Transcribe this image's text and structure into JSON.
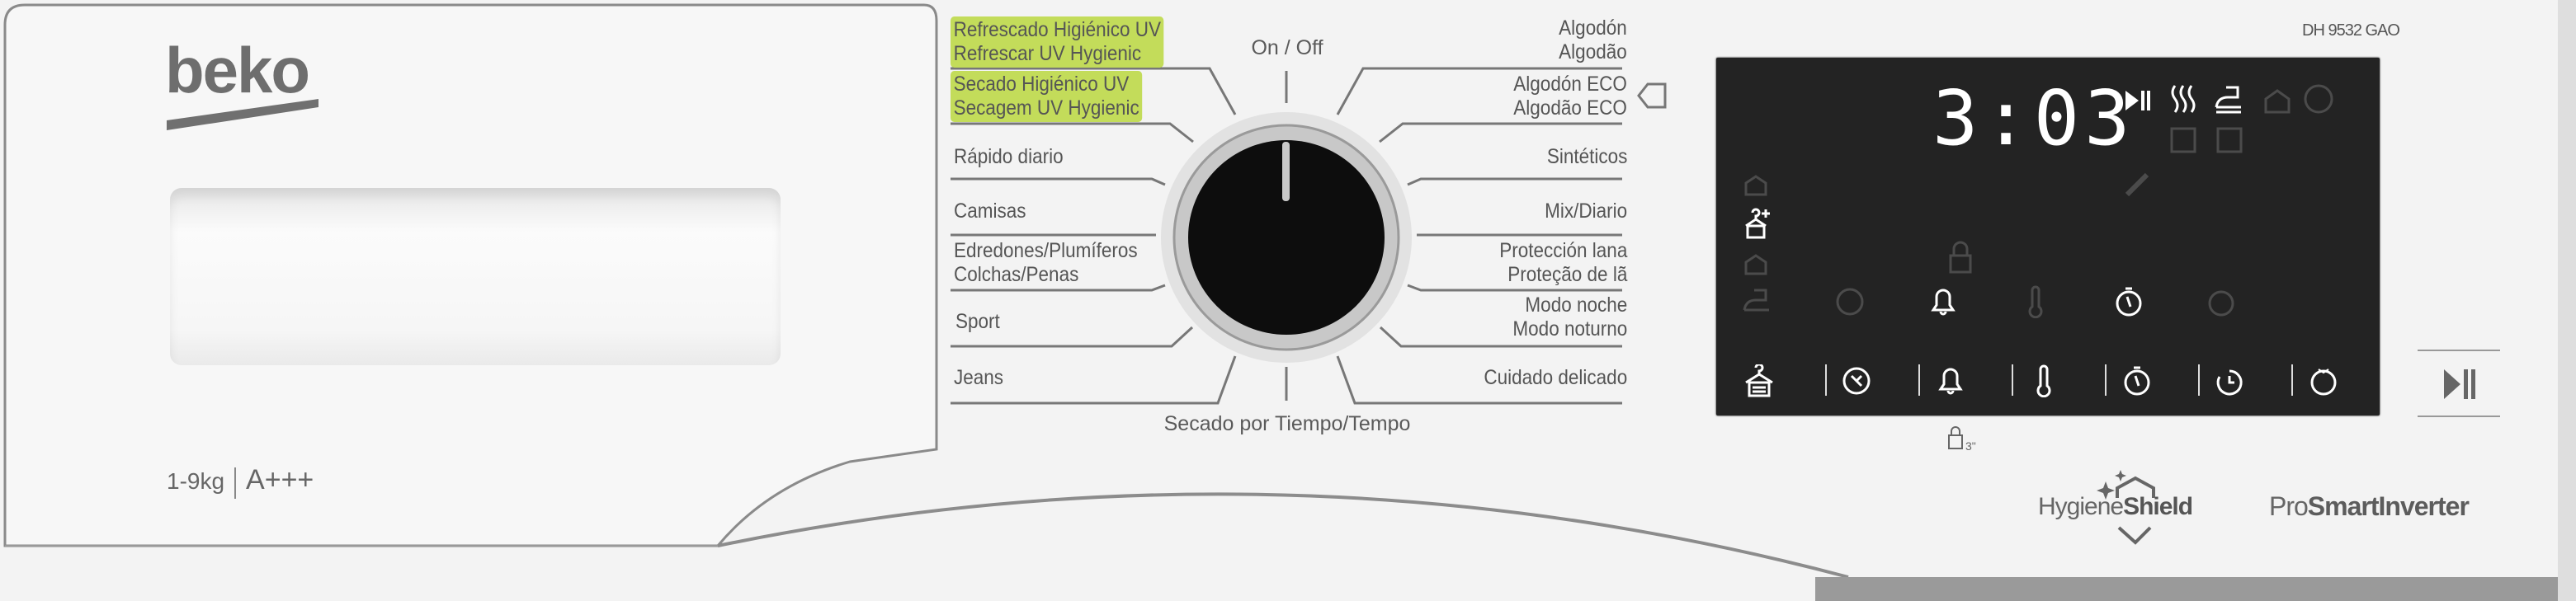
{
  "brand": {
    "logo": "beko",
    "model": "DH 9532 GAO"
  },
  "specs": {
    "capacity": "1-9kg",
    "energy_class": "A+++"
  },
  "dial": {
    "power_label": "On / Off",
    "left_programs": [
      {
        "line1": "Refrescado Higiénico UV",
        "line2": "Refrescar UV Hygienic",
        "highlight": true
      },
      {
        "line1": "Secado Higiénico UV",
        "line2": "Secagem UV Hygienic",
        "highlight": true
      },
      {
        "line1": "Rápido diario"
      },
      {
        "line1": "Camisas"
      },
      {
        "line1": "Edredones/Plumíferos",
        "line2": "Colchas/Penas"
      },
      {
        "line1": "Sport"
      },
      {
        "line1": "Jeans"
      }
    ],
    "right_programs": [
      {
        "line1": "Algodón",
        "line2": "Algodão"
      },
      {
        "line1": "Algodón ECO",
        "line2": "Algodão ECO",
        "marker": "eco-tag"
      },
      {
        "line1": "Sintéticos"
      },
      {
        "line1": "Mix/Diario"
      },
      {
        "line1": "Protección lana",
        "line2": "Proteção de lã"
      },
      {
        "line1": "Modo noche",
        "line2": "Modo noturno"
      },
      {
        "line1": "Cuidado delicado"
      }
    ],
    "bottom_program": "Secado por Tiempo/Tempo",
    "highlight_color": "#c3dc5a"
  },
  "display": {
    "time": "3:03",
    "status_icons": [
      "play-pause-icon",
      "heat-waves-icon",
      "iron-icon"
    ],
    "buttons": [
      "hanger-dryness-button",
      "anti-crease-button",
      "buzzer-button",
      "temperature-button",
      "time-button",
      "delay-button",
      "timed-drying-button"
    ],
    "child_lock_hint": "3\""
  },
  "start_pause_button": "play-pause-icon",
  "features": {
    "hygiene_prefix": "Hygiene",
    "hygiene_bold": "Shield",
    "inverter_prefix": "Pro",
    "inverter_bold": "SmartInverter"
  }
}
